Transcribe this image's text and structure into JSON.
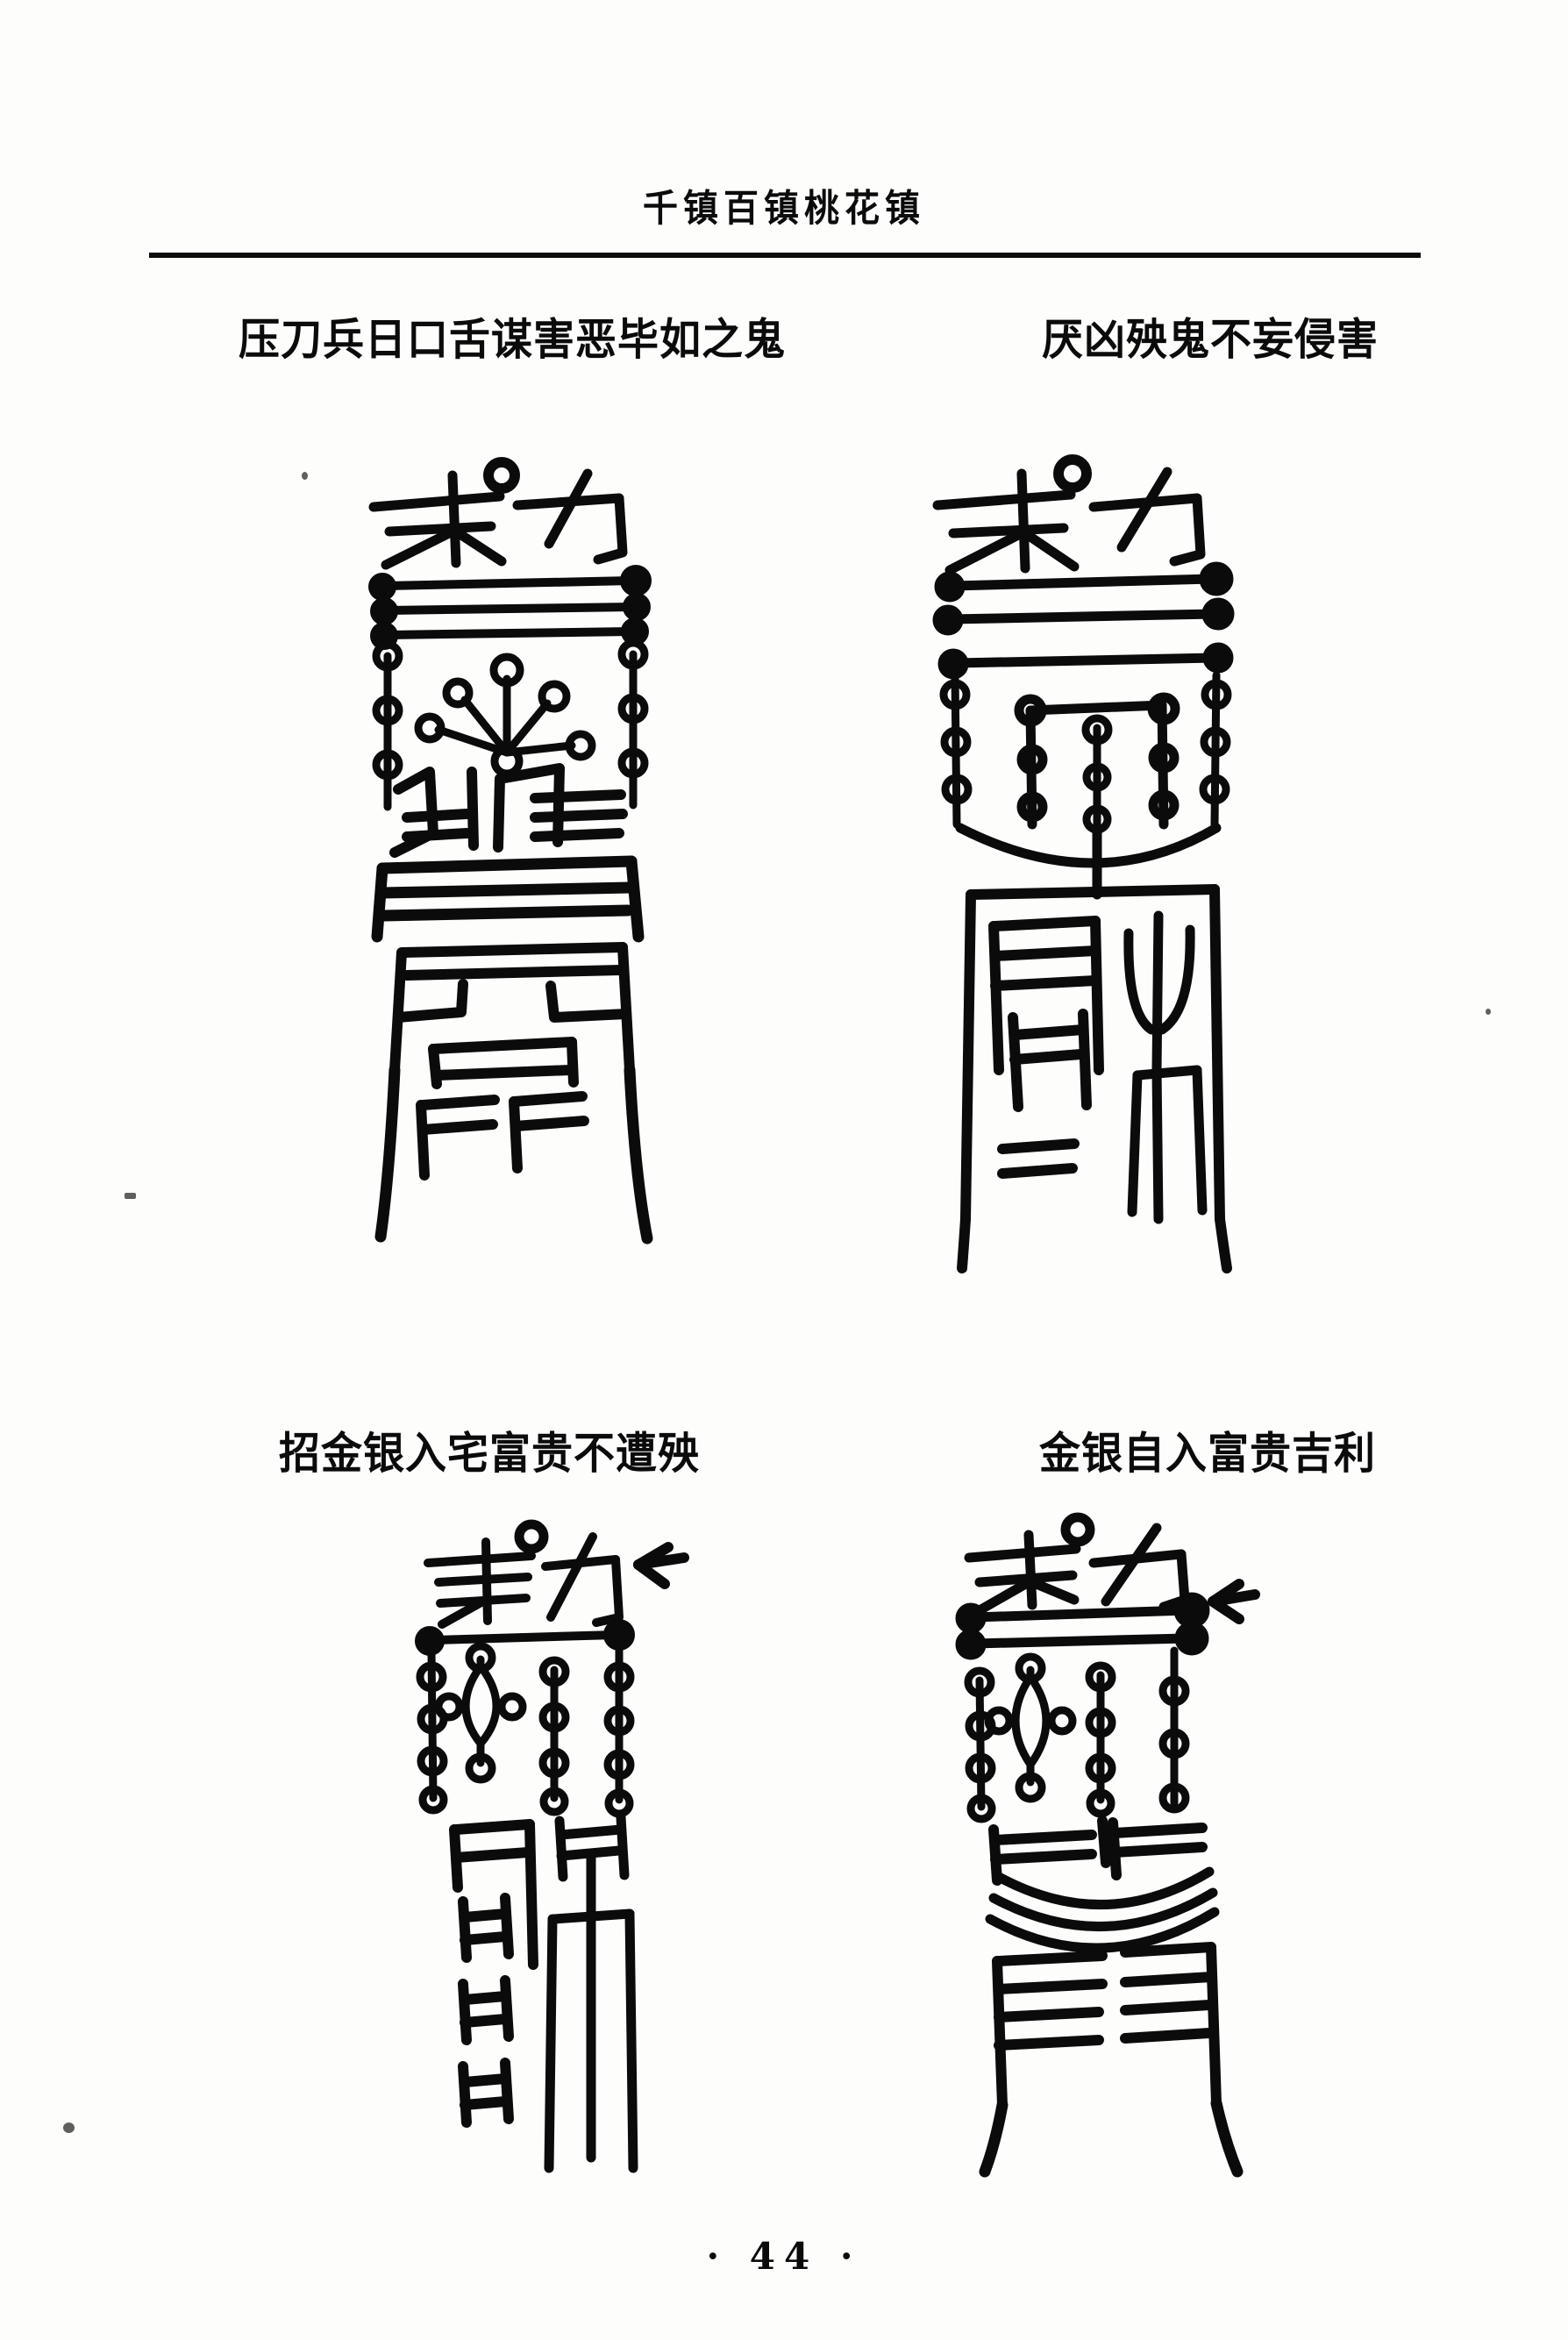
{
  "header": {
    "running_title": "千镇百镇桃花镇",
    "rule": true
  },
  "folio": {
    "page_number": "· 44 ·"
  },
  "talismans": [
    {
      "id": "top-left",
      "caption": "压刀兵日口舌谋害恶毕如之鬼",
      "head_glyph": "敕令",
      "features": "three dotted cross-bars, seven-ray dotted starburst, ladder strokes, flared split tail",
      "arrow": false
    },
    {
      "id": "top-right",
      "caption": "厌凶殃鬼不妄侵害",
      "head_glyph": "敕令",
      "features": "two dotted cross-bars, beaded vertical chains, arc, boxed body with comb and trident glyphs",
      "arrow": false
    },
    {
      "id": "bottom-left",
      "caption": "招金银入宅富贵不遭殃",
      "head_glyph": "敕令",
      "features": "single cross-bar, beaded chains with diamond, stacked H glyphs, long narrow box tail",
      "arrow": true,
      "arrow_glyph": "←"
    },
    {
      "id": "bottom-right",
      "caption": "金银自入富贵吉利",
      "head_glyph": "敕令",
      "features": "double cross-bar, beaded chains with diamond, triple arcs, comb ladder glyphs, splayed legs",
      "arrow": true,
      "arrow_glyph": "←"
    }
  ],
  "colors": {
    "ink": "#0b0b0b",
    "paper": "#fdfdfc"
  }
}
